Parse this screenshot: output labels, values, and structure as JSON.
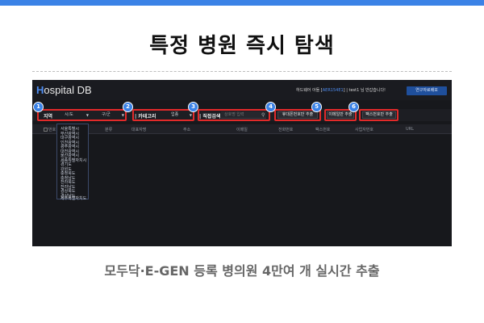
{
  "page": {
    "title": "특정 병원 즉시 탐색",
    "subtitle": "모두닥·E-GEN 등록 병의원 4만여 개 실시간 추출",
    "accent_color": "#3b82e6"
  },
  "app": {
    "logo_prefix": "H",
    "logo_rest": "ospital DB",
    "welcome_pre": "하드웨어 아들 [",
    "hardware_code": "AER154E1",
    "welcome_post": "] | test1 님 반갑습니다!",
    "research_button": "연구자료배포"
  },
  "filters": {
    "badges": [
      "1",
      "2",
      "3",
      "4",
      "5",
      "6"
    ],
    "region_label": "지역",
    "region_select": "시/도",
    "district_select": "구/군",
    "category_label": "| 카테고리",
    "category_select": "업종",
    "direct_search_label": "| 직접검색",
    "search_placeholder": "상호명 입력",
    "search_icon": "magnifier-icon",
    "extract_mobile_button": "휴대폰번호만 추출",
    "extract_email_button": "이메일만 추출",
    "extract_fax_button": "팩스번호만 추출",
    "highlight_color": "#e22a2a"
  },
  "table": {
    "columns": [
      "번호",
      "분류",
      "대표자명",
      "주소",
      "이메일",
      "전화번호",
      "팩스번호",
      "사업자번호",
      "URL"
    ]
  },
  "region_dropdown": {
    "items": [
      "서울특별시",
      "부산광역시",
      "대구광역시",
      "인천광역시",
      "광주광역시",
      "대전광역시",
      "울산광역시",
      "세종특별자치시",
      "경기도",
      "강원도",
      "충청북도",
      "충청남도",
      "전라북도",
      "전라남도",
      "경상북도",
      "경상남도",
      "제주특별자치도"
    ]
  }
}
